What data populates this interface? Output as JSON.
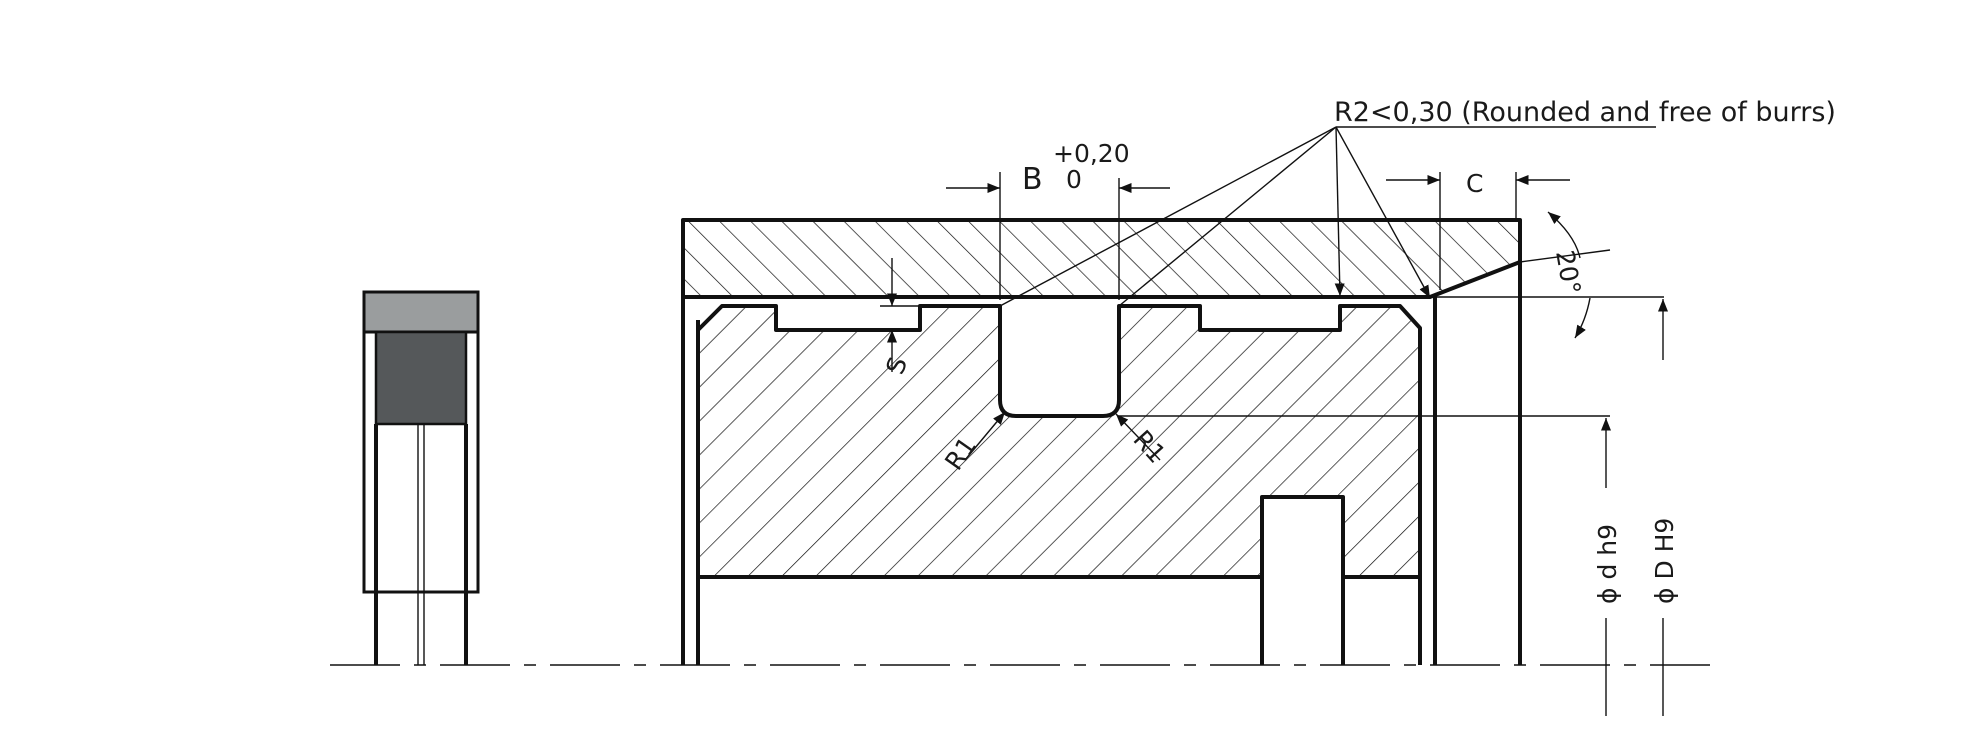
{
  "labels": {
    "note": "R2<0,30 (Rounded and free of burrs)",
    "b": "B",
    "b_tol_upper": "+0,20",
    "b_tol_lower": "0",
    "c": "C",
    "angle": "20°",
    "s": "S",
    "r1_left": "R1",
    "r1_right": "R1",
    "d_inner": "ϕ d h9",
    "d_outer": "ϕ D H9"
  },
  "colors": {
    "line": "#111111",
    "seal_light": "#9a9d9e",
    "seal_dark": "#55585a"
  }
}
